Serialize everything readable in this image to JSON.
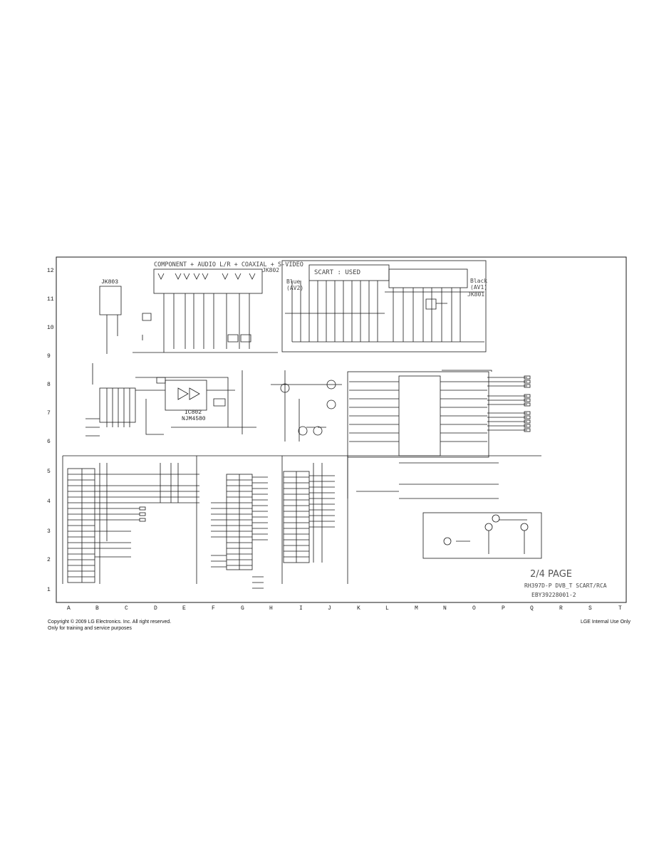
{
  "sheet": {
    "title": "2/4 PAGE",
    "model": "RH397D-P DVB_T SCART/RCA",
    "part_number": "EBY39228001-2"
  },
  "row_labels": [
    "12",
    "11",
    "10",
    "9",
    "8",
    "7",
    "6",
    "5",
    "4",
    "3",
    "2",
    "1"
  ],
  "column_labels": [
    "A",
    "B",
    "C",
    "D",
    "E",
    "F",
    "G",
    "H",
    "I",
    "J",
    "K",
    "L",
    "M",
    "N",
    "O",
    "P",
    "Q",
    "R",
    "S",
    "T"
  ],
  "blocks": {
    "component_header": "COMPONENT + AUDIO L/R + COAXIAL + S-VIDEO",
    "jk802": "JK802",
    "scart_used": "SCART : USED",
    "blue_av2": "Blue",
    "blue_av2_sub": "(AV2)",
    "black_av1": "Black",
    "black_av1_sub": "(AV1)",
    "jk801": "JK801",
    "ic802": "IC802",
    "ic802_part": "NJM4580",
    "jk803": "JK803"
  },
  "footer": {
    "copyright": "Copyright © 2009 LG Electronics. Inc. All right reserved.",
    "training": "Only for training and service purposes",
    "internal": "LGE Internal Use Only"
  },
  "colors": {
    "ink": "#1a1a1a",
    "title_gray": "#555555",
    "paper": "#ffffff"
  }
}
